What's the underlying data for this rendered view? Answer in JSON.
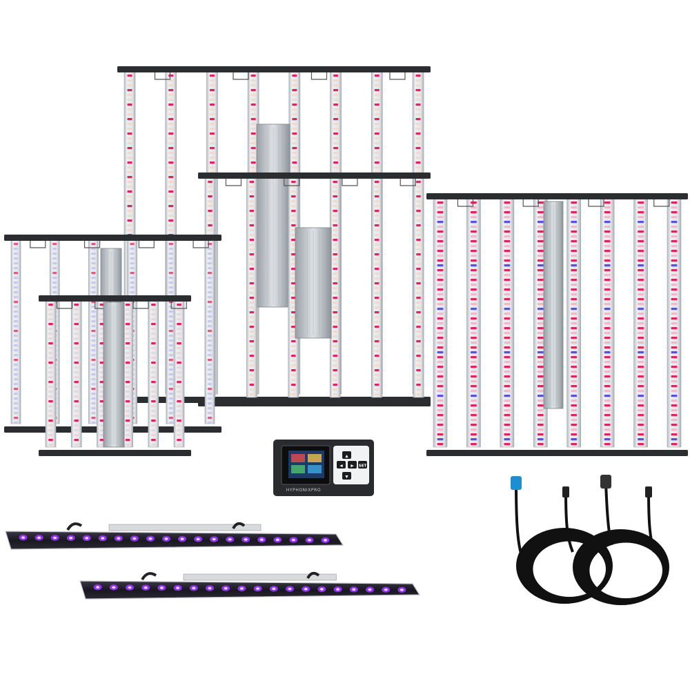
{
  "scene": {
    "description_alt": "Product photo: LED grow light fixtures, controller, UV bars and cables",
    "colors": {
      "background": "#ffffff",
      "frame_bar": "#2b2d30",
      "strip_body": "#d9dce0",
      "red_diode": "#e0245e",
      "blue_diode": "#5a4fe0",
      "white_diode": "#f2d9c8",
      "uv_glow": "#9b36ff",
      "uv_bar": "#1c1a22",
      "cable": "#111111",
      "connector_blue": "#1d8fd0"
    }
  },
  "products": {
    "fixtures": [
      {
        "id": "large-fixture-top",
        "bars": 8,
        "color_mix": "full-spectrum-red"
      },
      {
        "id": "medium-fixture-center",
        "bars": 6,
        "color_mix": "full-spectrum-red"
      },
      {
        "id": "right-fixture",
        "bars": 8,
        "color_mix": "red-blue"
      },
      {
        "id": "left-fixture-back",
        "bars": 6,
        "color_mix": "white-blue"
      },
      {
        "id": "left-fixture-front",
        "bars": 6,
        "color_mix": "white-red"
      }
    ],
    "controller": {
      "brand": "HYPHONIXPRO",
      "buttons": [
        "▲",
        "◀",
        "▶",
        "SET",
        "▼"
      ]
    },
    "uv_bars": 2,
    "cables": 2
  }
}
